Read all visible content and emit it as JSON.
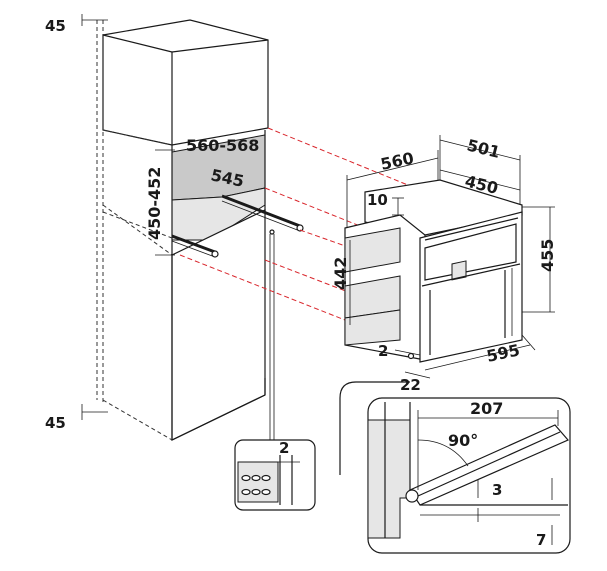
{
  "dimensions": {
    "top_clearance": "45",
    "bottom_clearance": "45",
    "niche_width": "560-568",
    "niche_depth": "545",
    "niche_height": "450-452",
    "appliance_depth": "560",
    "appliance_total_depth": "501",
    "appliance_body_depth": "450",
    "top_offset": "10",
    "body_height": "442",
    "front_height": "455",
    "side_gap": "2",
    "front_width": "595",
    "front_thickness": "22",
    "detail_gap": "2",
    "door_width": "207",
    "door_angle": "90°",
    "door_gap": "3",
    "bottom_gap": "7"
  },
  "colors": {
    "dimension_line": "#d9262c",
    "niche_shade": "#c9c9c9"
  }
}
